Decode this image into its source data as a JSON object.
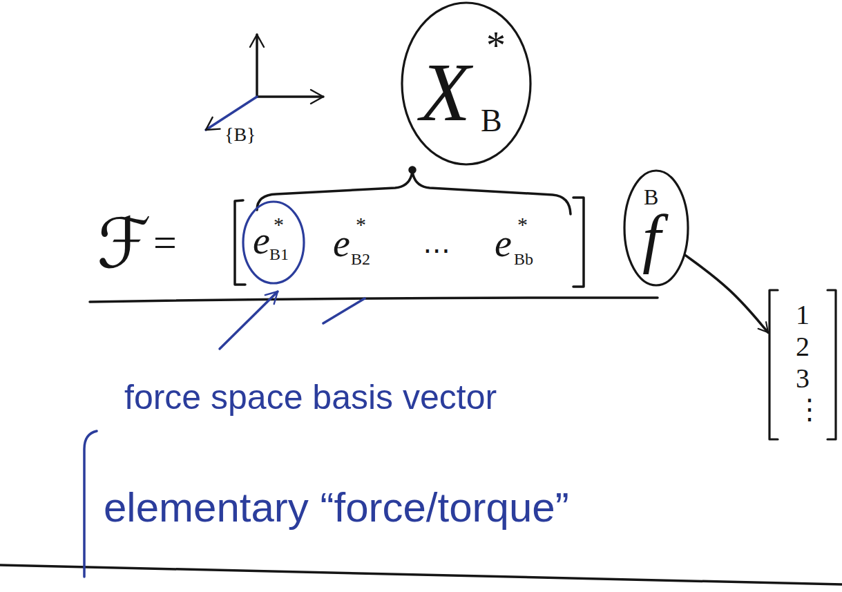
{
  "diagram": {
    "nodes": [
      {
        "text": [
          "X",
          "*",
          "B"
        ]
      },
      {
        "text": [
          "e",
          "*",
          "B1"
        ]
      },
      {
        "text": [
          "B",
          "f"
        ]
      },
      {
        "text": [
          "1",
          "2",
          "3",
          "⋮"
        ]
      }
    ],
    "edges": [
      {
        "from": 2,
        "to": 3,
        "arrow": "to"
      }
    ],
    "labels": [
      "{B}",
      "ℱ",
      "=",
      "e",
      "*",
      "B2",
      "⋯",
      "e",
      "*",
      "Bb",
      "force space basis vector",
      "elementary “force/torque”"
    ]
  }
}
